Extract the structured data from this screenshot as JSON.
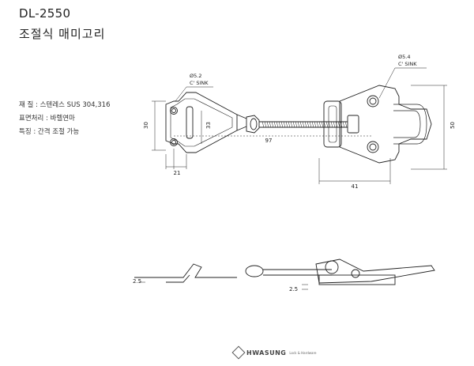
{
  "header": {
    "model": "DL-2550",
    "name": "조절식 매미고리"
  },
  "specs": [
    {
      "key": "재 질",
      "value": "스텐레스 SUS 304,316"
    },
    {
      "key": "표면처리",
      "value": "바렐연마"
    },
    {
      "key": "특징",
      "value": "간격 조절 가능"
    }
  ],
  "drawing": {
    "left_hole": {
      "dia": "Ø5.2",
      "note": "C' SINK"
    },
    "right_hole": {
      "dia": "Ø5.4",
      "note": "C' SINK"
    },
    "dims": {
      "left_height": "30",
      "left_inner": "33",
      "left_width": "21",
      "span": "97",
      "right_height": "50",
      "right_width": "41",
      "side_thick_left": "2.5",
      "side_thick_right": "2.5"
    }
  },
  "footer": {
    "brand": "HWASUNG",
    "suffix": "Lock & Hardware"
  }
}
